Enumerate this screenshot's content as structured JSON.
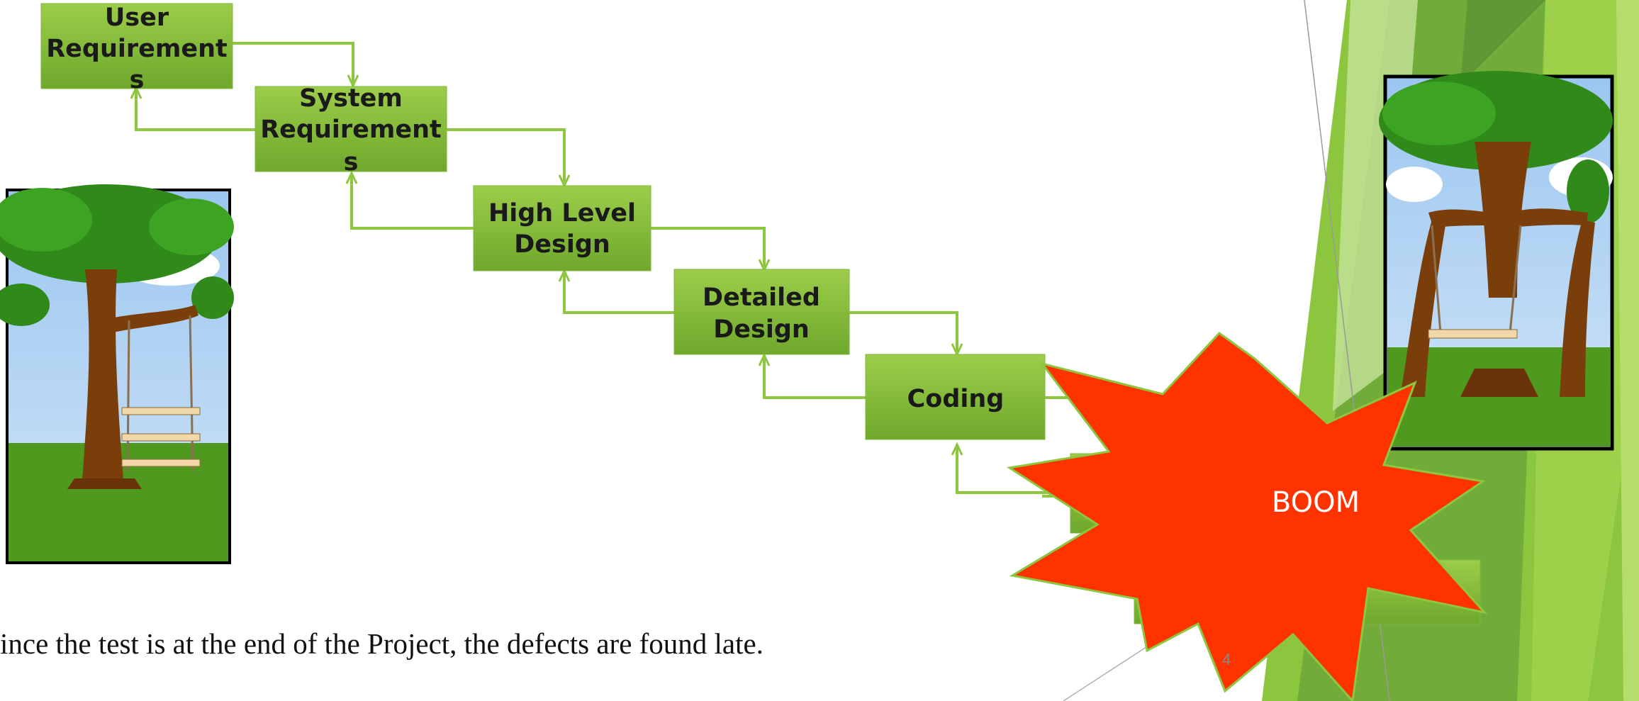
{
  "diagram": {
    "stages": [
      {
        "id": "user-requirements",
        "lines": [
          "User",
          "Requirement",
          "s"
        ]
      },
      {
        "id": "system-requirements",
        "lines": [
          "System",
          "Requirement",
          "s"
        ]
      },
      {
        "id": "high-level-design",
        "lines": [
          "High Level",
          "Design"
        ]
      },
      {
        "id": "detailed-design",
        "lines": [
          "Detailed",
          "Design"
        ]
      },
      {
        "id": "coding",
        "lines": [
          "Coding"
        ]
      },
      {
        "id": "testing",
        "lines": []
      }
    ],
    "burst_label": "BOOM"
  },
  "caption": "ince the test is at the end of the Project, the defects are found late.",
  "slide_number": "4",
  "colors": {
    "box_fill": "#8fc43f",
    "connector": "#8dc63f",
    "burst": "#ff3300",
    "theme_green": "#7ab648"
  },
  "images": [
    {
      "id": "swing-tree-left",
      "icon": "tree-swing-three-seats"
    },
    {
      "id": "swing-tree-right",
      "icon": "tree-swing-trunk-cut"
    }
  ]
}
